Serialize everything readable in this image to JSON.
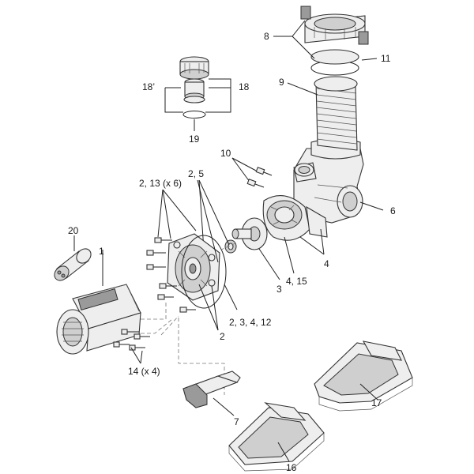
{
  "diagram": {
    "callouts": {
      "c8": "8",
      "c11": "11",
      "c9": "9",
      "c18prime": "18’",
      "c18": "18",
      "c19": "19",
      "c10": "10",
      "c25": "2, 5",
      "c213": "2, 13 (x 6)",
      "c6": "6",
      "c20": "20",
      "c1": "1",
      "c4": "4",
      "c415": "4, 15",
      "c3": "3",
      "c23412": "2, 3, 4, 12",
      "c2": "2",
      "c14": "14 (x 4)",
      "c7": "7",
      "c17": "17",
      "c16": "16"
    }
  }
}
